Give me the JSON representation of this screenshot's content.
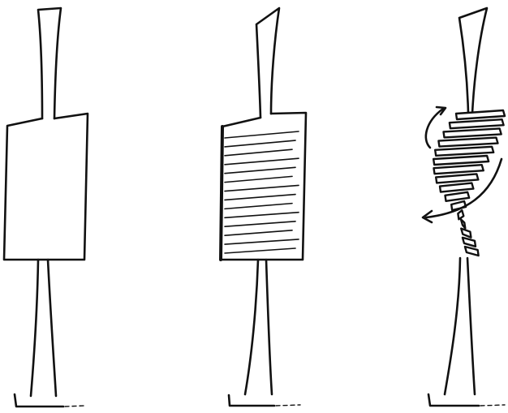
{
  "figure": {
    "colors": {
      "ink": "#111111",
      "paper": "#ffffff"
    },
    "panels": [
      {
        "id": "block",
        "stacked_layers": 0,
        "twisted": false
      },
      {
        "id": "layered",
        "stacked_layers": 14,
        "twisted": false
      },
      {
        "id": "twisted",
        "stacked_layers": 16,
        "twisted": true,
        "rotation_arrows": 2
      }
    ]
  }
}
